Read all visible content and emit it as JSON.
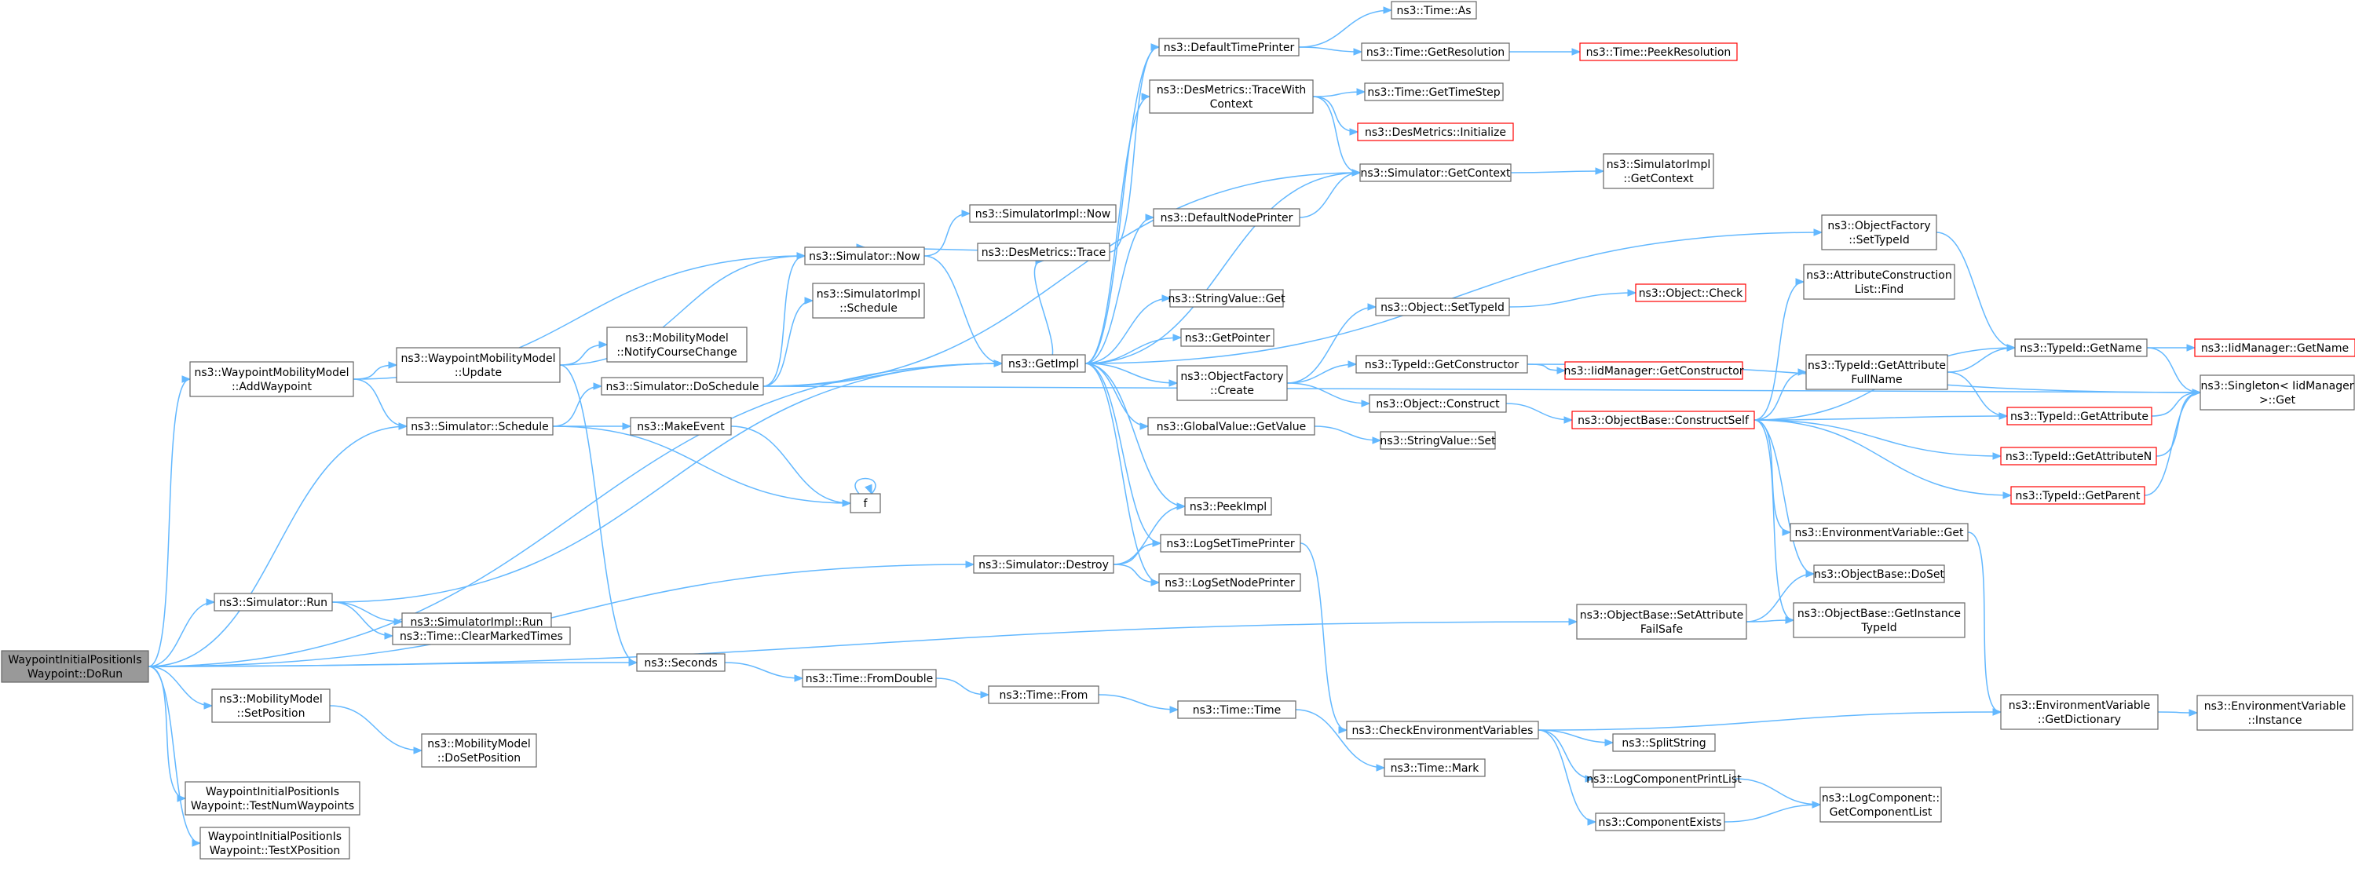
{
  "colors": {
    "edge": "#63b8ff",
    "node_border": "#666666",
    "node_border_highlight": "#ff0000",
    "root_fill": "#999999",
    "node_fill": "#ffffff"
  },
  "nodes": [
    {
      "id": "root",
      "lines": [
        "WaypointInitialPositionIs",
        "Waypoint::DoRun"
      ],
      "style": "root"
    },
    {
      "id": "addwp",
      "lines": [
        "ns3::WaypointMobilityModel",
        "::AddWaypoint"
      ]
    },
    {
      "id": "simrun",
      "lines": [
        "ns3::Simulator::Run"
      ]
    },
    {
      "id": "mmsetpos",
      "lines": [
        "ns3::MobilityModel",
        "::SetPosition"
      ]
    },
    {
      "id": "testnum",
      "lines": [
        "WaypointInitialPositionIs",
        "Waypoint::TestNumWaypoints"
      ]
    },
    {
      "id": "testx",
      "lines": [
        "WaypointInitialPositionIs",
        "Waypoint::TestXPosition"
      ]
    },
    {
      "id": "wpupdate",
      "lines": [
        "ns3::WaypointMobilityModel",
        "::Update"
      ]
    },
    {
      "id": "simschedule",
      "lines": [
        "ns3::Simulator::Schedule"
      ]
    },
    {
      "id": "simimplrun",
      "lines": [
        "ns3::SimulatorImpl::Run"
      ]
    },
    {
      "id": "clearmarked",
      "lines": [
        "ns3::Time::ClearMarkedTimes"
      ]
    },
    {
      "id": "dosetpos",
      "lines": [
        "ns3::MobilityModel",
        "::DoSetPosition"
      ]
    },
    {
      "id": "simnow",
      "lines": [
        "ns3::Simulator::Now"
      ]
    },
    {
      "id": "simimplschedule",
      "lines": [
        "ns3::SimulatorImpl",
        "::Schedule"
      ]
    },
    {
      "id": "notifycc",
      "lines": [
        "ns3::MobilityModel",
        "::NotifyCourseChange"
      ]
    },
    {
      "id": "doschedule",
      "lines": [
        "ns3::Simulator::DoSchedule"
      ]
    },
    {
      "id": "makeevent",
      "lines": [
        "ns3::MakeEvent"
      ]
    },
    {
      "id": "f",
      "lines": [
        "f"
      ]
    },
    {
      "id": "seconds",
      "lines": [
        "ns3::Seconds"
      ]
    },
    {
      "id": "fromdouble",
      "lines": [
        "ns3::Time::FromDouble"
      ]
    },
    {
      "id": "simimplnow",
      "lines": [
        "ns3::SimulatorImpl::Now"
      ]
    },
    {
      "id": "destrace",
      "lines": [
        "ns3::DesMetrics::Trace"
      ]
    },
    {
      "id": "getimpl",
      "lines": [
        "ns3::GetImpl"
      ]
    },
    {
      "id": "simdestroy",
      "lines": [
        "ns3::Simulator::Destroy"
      ]
    },
    {
      "id": "timefrom",
      "lines": [
        "ns3::Time::From"
      ]
    },
    {
      "id": "deftimeprinter",
      "lines": [
        "ns3::DefaultTimePrinter"
      ]
    },
    {
      "id": "destracectx",
      "lines": [
        "ns3::DesMetrics::TraceWith",
        "Context"
      ]
    },
    {
      "id": "defnodeprinter",
      "lines": [
        "ns3::DefaultNodePrinter"
      ]
    },
    {
      "id": "stringvalueget",
      "lines": [
        "ns3::StringValue::Get"
      ]
    },
    {
      "id": "getpointer",
      "lines": [
        "ns3::GetPointer"
      ]
    },
    {
      "id": "objfactcreate",
      "lines": [
        "ns3::ObjectFactory",
        "::Create"
      ]
    },
    {
      "id": "globalvalueget",
      "lines": [
        "ns3::GlobalValue::GetValue"
      ]
    },
    {
      "id": "peekimpl",
      "lines": [
        "ns3::PeekImpl"
      ]
    },
    {
      "id": "logsettime",
      "lines": [
        "ns3::LogSetTimePrinter"
      ]
    },
    {
      "id": "logsetnode",
      "lines": [
        "ns3::LogSetNodePrinter"
      ]
    },
    {
      "id": "timetime",
      "lines": [
        "ns3::Time::Time"
      ]
    },
    {
      "id": "timeas",
      "lines": [
        "ns3::Time::As"
      ]
    },
    {
      "id": "timegetres",
      "lines": [
        "ns3::Time::GetResolution"
      ]
    },
    {
      "id": "timegetstep",
      "lines": [
        "ns3::Time::GetTimeStep"
      ]
    },
    {
      "id": "desinit",
      "lines": [
        "ns3::DesMetrics::Initialize"
      ],
      "style": "red"
    },
    {
      "id": "simgetctx",
      "lines": [
        "ns3::Simulator::GetContext"
      ]
    },
    {
      "id": "objsettypeid",
      "lines": [
        "ns3::Object::SetTypeId"
      ]
    },
    {
      "id": "typeidgetctor",
      "lines": [
        "ns3::TypeId::GetConstructor"
      ]
    },
    {
      "id": "objconstruct",
      "lines": [
        "ns3::Object::Construct"
      ]
    },
    {
      "id": "stringvalueset",
      "lines": [
        "ns3::StringValue::Set"
      ]
    },
    {
      "id": "checkenv",
      "lines": [
        "ns3::CheckEnvironmentVariables"
      ]
    },
    {
      "id": "timemark",
      "lines": [
        "ns3::Time::Mark"
      ]
    },
    {
      "id": "peekres",
      "lines": [
        "ns3::Time::PeekResolution"
      ],
      "style": "red"
    },
    {
      "id": "simimplgetctx",
      "lines": [
        "ns3::SimulatorImpl",
        "::GetContext"
      ]
    },
    {
      "id": "objcheck",
      "lines": [
        "ns3::Object::Check"
      ],
      "style": "red"
    },
    {
      "id": "iidgetctor",
      "lines": [
        "ns3::IidManager::GetConstructor"
      ],
      "style": "red"
    },
    {
      "id": "constructself",
      "lines": [
        "ns3::ObjectBase::ConstructSelf"
      ],
      "style": "red"
    },
    {
      "id": "objbasesetattr",
      "lines": [
        "ns3::ObjectBase::SetAttribute",
        "FailSafe"
      ]
    },
    {
      "id": "splitstring",
      "lines": [
        "ns3::SplitString"
      ]
    },
    {
      "id": "logcompprint",
      "lines": [
        "ns3::LogComponentPrintList"
      ]
    },
    {
      "id": "compexists",
      "lines": [
        "ns3::ComponentExists"
      ]
    },
    {
      "id": "objfactsettype",
      "lines": [
        "ns3::ObjectFactory",
        "::SetTypeId"
      ]
    },
    {
      "id": "attrconsfind",
      "lines": [
        "ns3::AttributeConstruction",
        "List::Find"
      ]
    },
    {
      "id": "typeidgetattrfull",
      "lines": [
        "ns3::TypeId::GetAttribute",
        "FullName"
      ]
    },
    {
      "id": "envget",
      "lines": [
        "ns3::EnvironmentVariable::Get"
      ]
    },
    {
      "id": "objbasedoset",
      "lines": [
        "ns3::ObjectBase::DoSet"
      ]
    },
    {
      "id": "objbasegetinst",
      "lines": [
        "ns3::ObjectBase::GetInstance",
        "TypeId"
      ]
    },
    {
      "id": "envgetdict",
      "lines": [
        "ns3::EnvironmentVariable",
        "::GetDictionary"
      ]
    },
    {
      "id": "logcompgetlist",
      "lines": [
        "ns3::LogComponent::",
        "GetComponentList"
      ]
    },
    {
      "id": "typeidgetname",
      "lines": [
        "ns3::TypeId::GetName"
      ]
    },
    {
      "id": "typeidgetattr",
      "lines": [
        "ns3::TypeId::GetAttribute"
      ],
      "style": "red"
    },
    {
      "id": "typeidgetattrn",
      "lines": [
        "ns3::TypeId::GetAttributeN"
      ],
      "style": "red"
    },
    {
      "id": "typeidgetparent",
      "lines": [
        "ns3::TypeId::GetParent"
      ],
      "style": "red"
    },
    {
      "id": "envinstance",
      "lines": [
        "ns3::EnvironmentVariable",
        "::Instance"
      ]
    },
    {
      "id": "iidgetname",
      "lines": [
        "ns3::IidManager::GetName"
      ],
      "style": "red"
    },
    {
      "id": "singletonget",
      "lines": [
        "ns3::Singleton< IidManager",
        ">::Get"
      ]
    }
  ],
  "edges": [
    [
      "root",
      "addwp"
    ],
    [
      "root",
      "simschedule"
    ],
    [
      "root",
      "getimpl"
    ],
    [
      "root",
      "simrun"
    ],
    [
      "root",
      "seconds"
    ],
    [
      "root",
      "simdestroy"
    ],
    [
      "root",
      "mmsetpos"
    ],
    [
      "root",
      "testnum"
    ],
    [
      "root",
      "testx"
    ],
    [
      "root",
      "objbasesetattr"
    ],
    [
      "addwp",
      "wpupdate"
    ],
    [
      "addwp",
      "simnow"
    ],
    [
      "addwp",
      "simschedule"
    ],
    [
      "wpupdate",
      "simnow"
    ],
    [
      "wpupdate",
      "notifycc"
    ],
    [
      "wpupdate",
      "seconds"
    ],
    [
      "simschedule",
      "doschedule"
    ],
    [
      "simschedule",
      "makeevent"
    ],
    [
      "simschedule",
      "f"
    ],
    [
      "simrun",
      "getimpl"
    ],
    [
      "simrun",
      "simimplrun"
    ],
    [
      "simrun",
      "clearmarked"
    ],
    [
      "mmsetpos",
      "dosetpos"
    ],
    [
      "doschedule",
      "simnow"
    ],
    [
      "doschedule",
      "simimplschedule"
    ],
    [
      "doschedule",
      "getimpl"
    ],
    [
      "doschedule",
      "simgetctx"
    ],
    [
      "doschedule",
      "singletonget"
    ],
    [
      "makeevent",
      "f"
    ],
    [
      "f",
      "f"
    ],
    [
      "seconds",
      "fromdouble"
    ],
    [
      "fromdouble",
      "timefrom"
    ],
    [
      "timefrom",
      "timetime"
    ],
    [
      "timetime",
      "timemark"
    ],
    [
      "simnow",
      "simimplnow"
    ],
    [
      "simnow",
      "getimpl"
    ],
    [
      "simdestroy",
      "peekimpl"
    ],
    [
      "simdestroy",
      "logsettime"
    ],
    [
      "simdestroy",
      "logsetnode"
    ],
    [
      "destrace",
      "simnow"
    ],
    [
      "destrace",
      "deftimeprinter"
    ],
    [
      "getimpl",
      "destrace"
    ],
    [
      "getimpl",
      "deftimeprinter"
    ],
    [
      "getimpl",
      "destracectx"
    ],
    [
      "getimpl",
      "defnodeprinter"
    ],
    [
      "getimpl",
      "simgetctx"
    ],
    [
      "getimpl",
      "objfactsettype"
    ],
    [
      "getimpl",
      "stringvalueget"
    ],
    [
      "getimpl",
      "getpointer"
    ],
    [
      "getimpl",
      "objfactcreate"
    ],
    [
      "getimpl",
      "globalvalueget"
    ],
    [
      "getimpl",
      "peekimpl"
    ],
    [
      "getimpl",
      "logsettime"
    ],
    [
      "getimpl",
      "logsetnode"
    ],
    [
      "deftimeprinter",
      "timeas"
    ],
    [
      "deftimeprinter",
      "timegetres"
    ],
    [
      "timegetres",
      "peekres"
    ],
    [
      "destracectx",
      "timegetstep"
    ],
    [
      "destracectx",
      "desinit"
    ],
    [
      "destracectx",
      "simgetctx"
    ],
    [
      "defnodeprinter",
      "simgetctx"
    ],
    [
      "simgetctx",
      "simimplgetctx"
    ],
    [
      "objfactcreate",
      "objsettypeid"
    ],
    [
      "objfactcreate",
      "typeidgetctor"
    ],
    [
      "objfactcreate",
      "objconstruct"
    ],
    [
      "objsettypeid",
      "objcheck"
    ],
    [
      "typeidgetctor",
      "iidgetctor"
    ],
    [
      "typeidgetctor",
      "singletonget"
    ],
    [
      "objconstruct",
      "constructself"
    ],
    [
      "globalvalueget",
      "stringvalueset"
    ],
    [
      "logsettime",
      "checkenv"
    ],
    [
      "checkenv",
      "envgetdict"
    ],
    [
      "checkenv",
      "splitstring"
    ],
    [
      "checkenv",
      "logcompprint"
    ],
    [
      "checkenv",
      "compexists"
    ],
    [
      "logcompprint",
      "logcompgetlist"
    ],
    [
      "compexists",
      "logcompgetlist"
    ],
    [
      "objbasesetattr",
      "objbasedoset"
    ],
    [
      "objbasesetattr",
      "objbasegetinst"
    ],
    [
      "constructself",
      "attrconsfind"
    ],
    [
      "constructself",
      "typeidgetattrfull"
    ],
    [
      "constructself",
      "typeidgetname"
    ],
    [
      "constructself",
      "typeidgetattr"
    ],
    [
      "constructself",
      "typeidgetattrn"
    ],
    [
      "constructself",
      "typeidgetparent"
    ],
    [
      "constructself",
      "envget"
    ],
    [
      "constructself",
      "objbasedoset"
    ],
    [
      "constructself",
      "objbasegetinst"
    ],
    [
      "typeidgetattrfull",
      "typeidgetname"
    ],
    [
      "typeidgetattrfull",
      "typeidgetattr"
    ],
    [
      "objfactsettype",
      "typeidgetname"
    ],
    [
      "envget",
      "envgetdict"
    ],
    [
      "envgetdict",
      "envinstance"
    ],
    [
      "typeidgetname",
      "iidgetname"
    ],
    [
      "typeidgetname",
      "singletonget"
    ],
    [
      "typeidgetattr",
      "singletonget"
    ],
    [
      "typeidgetattrn",
      "singletonget"
    ],
    [
      "typeidgetparent",
      "singletonget"
    ]
  ]
}
